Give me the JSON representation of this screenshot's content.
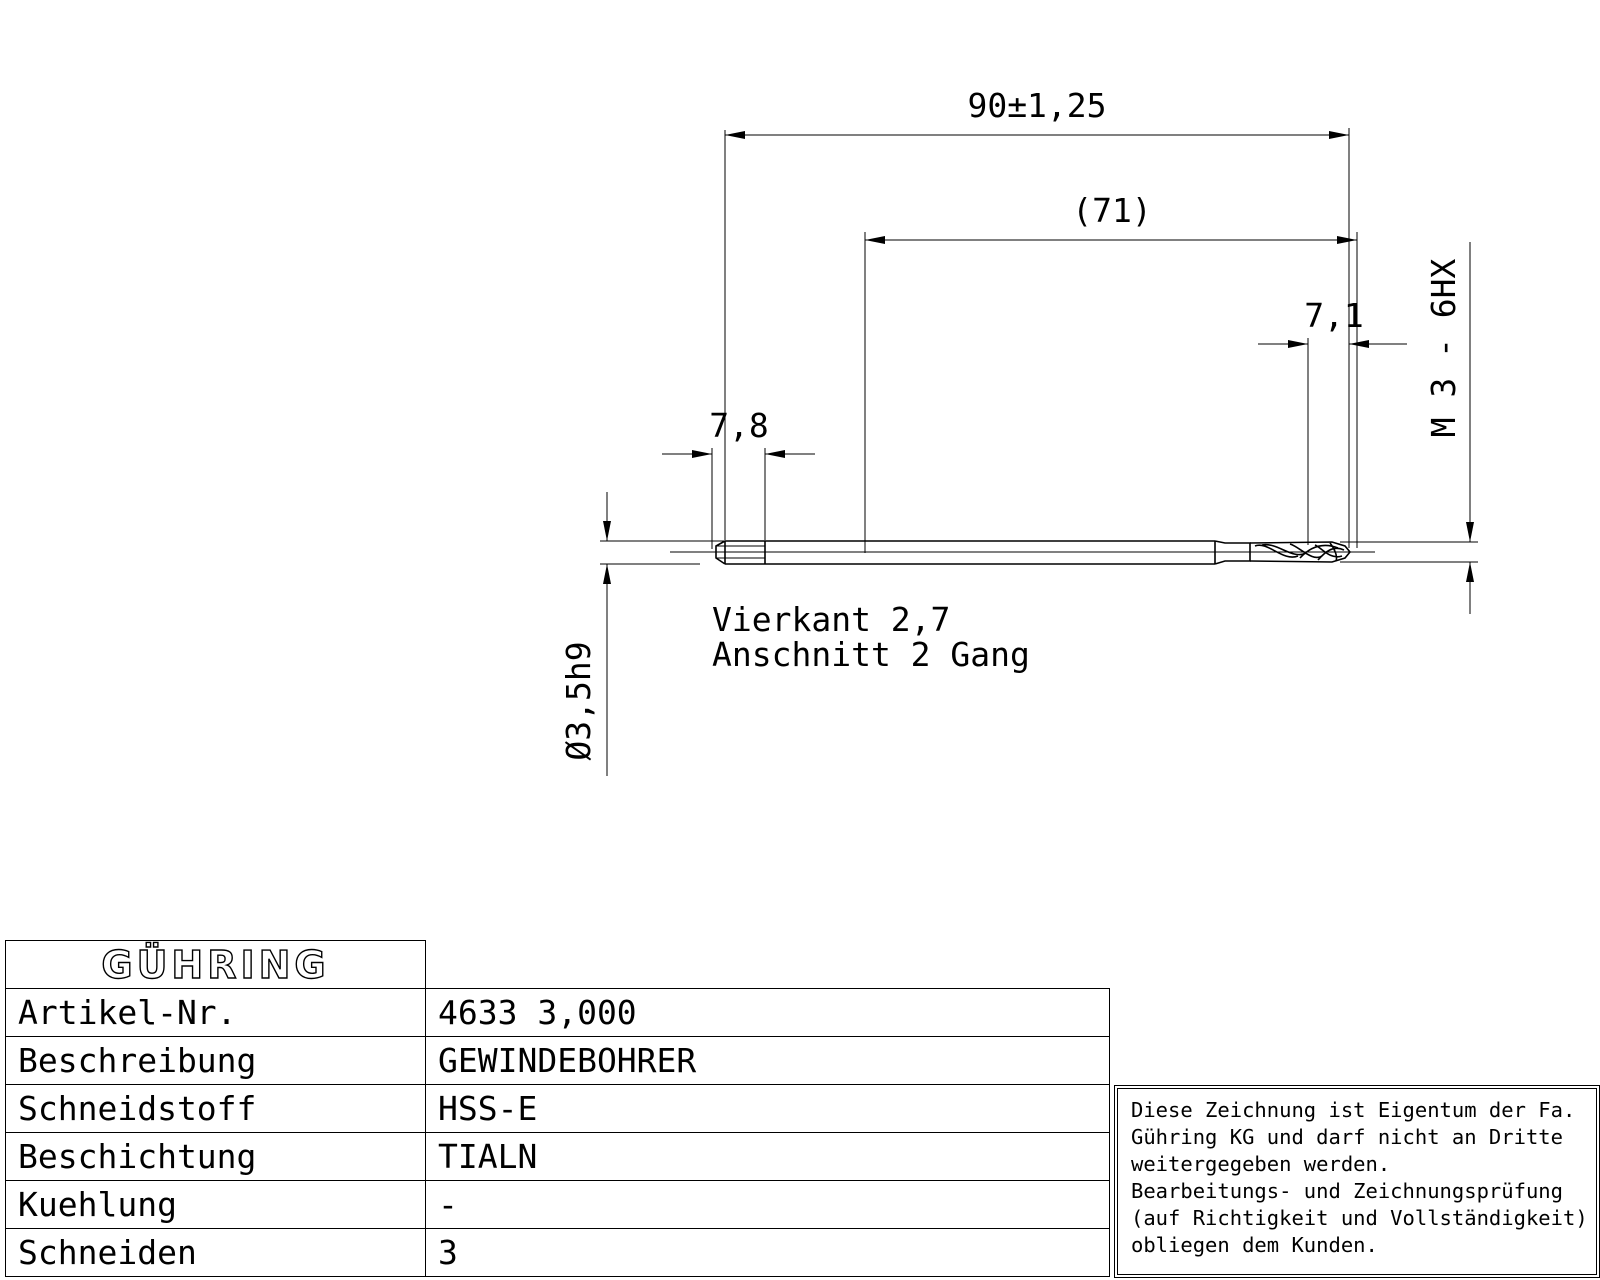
{
  "drawing": {
    "dim_overall": "90±1,25",
    "dim_reference": "(71)",
    "dim_thread": "7,1",
    "dim_square": "7,8",
    "thread_spec": "M 3 - 6HX",
    "shank_diameter": "Ø3,5h9",
    "note_line1": "Vierkant 2,7",
    "note_line2": "Anschnitt 2 Gang"
  },
  "titleblock": {
    "logo": "GÜHRING",
    "rows": [
      {
        "label": "Artikel-Nr.",
        "value": "4633 3,000"
      },
      {
        "label": "Beschreibung",
        "value": "GEWINDEBOHRER"
      },
      {
        "label": "Schneidstoff",
        "value": "HSS-E"
      },
      {
        "label": "Beschichtung",
        "value": "TIALN"
      },
      {
        "label": "Kuehlung",
        "value": "-"
      },
      {
        "label": "Schneiden",
        "value": "3"
      }
    ]
  },
  "disclaimer": {
    "line1": "Diese Zeichnung ist Eigentum der Fa.",
    "line2": "Gühring KG und darf nicht an Dritte",
    "line3": "weitergegeben werden.",
    "line4": "Bearbeitungs- und Zeichnungsprüfung",
    "line5": "(auf Richtigkeit und Vollständigkeit)",
    "line6": "obliegen dem Kunden."
  }
}
